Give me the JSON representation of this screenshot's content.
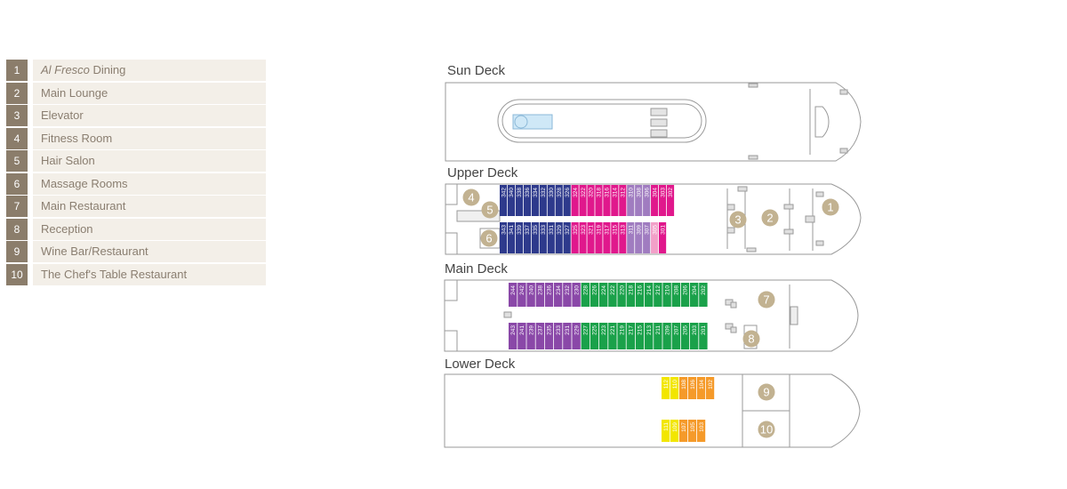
{
  "legend": [
    {
      "num": "1",
      "italic": "Al Fresco",
      "text": " Dining"
    },
    {
      "num": "2",
      "italic": "",
      "text": "Main Lounge"
    },
    {
      "num": "3",
      "italic": "",
      "text": "Elevator"
    },
    {
      "num": "4",
      "italic": "",
      "text": "Fitness Room"
    },
    {
      "num": "5",
      "italic": "",
      "text": "Hair Salon"
    },
    {
      "num": "6",
      "italic": "",
      "text": "Massage Rooms"
    },
    {
      "num": "7",
      "italic": "",
      "text": "Main Restaurant"
    },
    {
      "num": "8",
      "italic": "",
      "text": "Reception"
    },
    {
      "num": "9",
      "italic": "",
      "text": "Wine Bar/Restaurant"
    },
    {
      "num": "10",
      "italic": "",
      "text": "The Chef's Table Restaurant"
    }
  ],
  "decks": {
    "sun": "Sun Deck",
    "upper": "Upper Deck",
    "main": "Main Deck",
    "lower": "Lower Deck"
  },
  "colors": {
    "navy": "#2e3a8c",
    "magenta": "#e0188c",
    "lavender": "#a07cc0",
    "pink": "#f2a0c8",
    "purple": "#8a48a8",
    "green": "#1aa14a",
    "yellow": "#f2e600",
    "orange": "#f59a2a",
    "marker": "#c2b291",
    "legend_num_bg": "#8b7d6b",
    "legend_text_bg": "#f3efe8"
  },
  "cabins": {
    "upper_top": [
      {
        "n": "342",
        "c": "navy"
      },
      {
        "n": "340",
        "c": "navy"
      },
      {
        "n": "338",
        "c": "navy"
      },
      {
        "n": "336",
        "c": "navy"
      },
      {
        "n": "334",
        "c": "navy"
      },
      {
        "n": "332",
        "c": "navy"
      },
      {
        "n": "330",
        "c": "navy"
      },
      {
        "n": "328",
        "c": "navy"
      },
      {
        "n": "326",
        "c": "navy"
      },
      {
        "n": "324",
        "c": "magenta"
      },
      {
        "n": "322",
        "c": "magenta"
      },
      {
        "n": "320",
        "c": "magenta"
      },
      {
        "n": "318",
        "c": "magenta"
      },
      {
        "n": "316",
        "c": "magenta"
      },
      {
        "n": "314",
        "c": "magenta"
      },
      {
        "n": "312",
        "c": "magenta"
      },
      {
        "n": "310",
        "c": "lavender"
      },
      {
        "n": "308",
        "c": "lavender"
      },
      {
        "n": "306",
        "c": "lavender"
      },
      {
        "n": "304",
        "c": "magenta"
      },
      {
        "n": "303",
        "c": "magenta"
      },
      {
        "n": "302",
        "c": "magenta"
      }
    ],
    "upper_bottom": [
      {
        "n": "343",
        "c": "navy"
      },
      {
        "n": "341",
        "c": "navy"
      },
      {
        "n": "339",
        "c": "navy"
      },
      {
        "n": "337",
        "c": "navy"
      },
      {
        "n": "335",
        "c": "navy"
      },
      {
        "n": "333",
        "c": "navy"
      },
      {
        "n": "331",
        "c": "navy"
      },
      {
        "n": "329",
        "c": "navy"
      },
      {
        "n": "327",
        "c": "navy"
      },
      {
        "n": "325",
        "c": "magenta"
      },
      {
        "n": "323",
        "c": "magenta"
      },
      {
        "n": "321",
        "c": "magenta"
      },
      {
        "n": "319",
        "c": "magenta"
      },
      {
        "n": "317",
        "c": "magenta"
      },
      {
        "n": "315",
        "c": "magenta"
      },
      {
        "n": "313",
        "c": "magenta"
      },
      {
        "n": "311",
        "c": "lavender"
      },
      {
        "n": "309",
        "c": "lavender"
      },
      {
        "n": "307",
        "c": "lavender"
      },
      {
        "n": "305",
        "c": "pink"
      },
      {
        "n": "301",
        "c": "magenta"
      }
    ],
    "main_top": [
      {
        "n": "244",
        "c": "purple"
      },
      {
        "n": "242",
        "c": "purple"
      },
      {
        "n": "240",
        "c": "purple"
      },
      {
        "n": "238",
        "c": "purple"
      },
      {
        "n": "236",
        "c": "purple"
      },
      {
        "n": "234",
        "c": "purple"
      },
      {
        "n": "232",
        "c": "purple"
      },
      {
        "n": "230",
        "c": "purple"
      },
      {
        "n": "228",
        "c": "green"
      },
      {
        "n": "226",
        "c": "green"
      },
      {
        "n": "224",
        "c": "green"
      },
      {
        "n": "222",
        "c": "green"
      },
      {
        "n": "220",
        "c": "green"
      },
      {
        "n": "218",
        "c": "green"
      },
      {
        "n": "216",
        "c": "green"
      },
      {
        "n": "214",
        "c": "green"
      },
      {
        "n": "212",
        "c": "green"
      },
      {
        "n": "210",
        "c": "green"
      },
      {
        "n": "208",
        "c": "green"
      },
      {
        "n": "206",
        "c": "green"
      },
      {
        "n": "204",
        "c": "green"
      },
      {
        "n": "202",
        "c": "green"
      }
    ],
    "main_bottom": [
      {
        "n": "243",
        "c": "purple"
      },
      {
        "n": "241",
        "c": "purple"
      },
      {
        "n": "239",
        "c": "purple"
      },
      {
        "n": "237",
        "c": "purple"
      },
      {
        "n": "235",
        "c": "purple"
      },
      {
        "n": "233",
        "c": "purple"
      },
      {
        "n": "231",
        "c": "purple"
      },
      {
        "n": "229",
        "c": "purple"
      },
      {
        "n": "227",
        "c": "green"
      },
      {
        "n": "225",
        "c": "green"
      },
      {
        "n": "223",
        "c": "green"
      },
      {
        "n": "221",
        "c": "green"
      },
      {
        "n": "219",
        "c": "green"
      },
      {
        "n": "217",
        "c": "green"
      },
      {
        "n": "215",
        "c": "green"
      },
      {
        "n": "213",
        "c": "green"
      },
      {
        "n": "211",
        "c": "green"
      },
      {
        "n": "209",
        "c": "green"
      },
      {
        "n": "207",
        "c": "green"
      },
      {
        "n": "205",
        "c": "green"
      },
      {
        "n": "203",
        "c": "green"
      },
      {
        "n": "201",
        "c": "green"
      }
    ],
    "lower_top": [
      {
        "n": "112",
        "c": "yellow"
      },
      {
        "n": "110",
        "c": "yellow"
      },
      {
        "n": "108",
        "c": "orange"
      },
      {
        "n": "106",
        "c": "orange"
      },
      {
        "n": "104",
        "c": "orange"
      },
      {
        "n": "102",
        "c": "orange"
      }
    ],
    "lower_bottom": [
      {
        "n": "111",
        "c": "yellow"
      },
      {
        "n": "109",
        "c": "yellow"
      },
      {
        "n": "107",
        "c": "orange"
      },
      {
        "n": "105",
        "c": "orange"
      },
      {
        "n": "103",
        "c": "orange"
      }
    ]
  },
  "markers": [
    {
      "n": "4"
    },
    {
      "n": "5"
    },
    {
      "n": "6"
    },
    {
      "n": "3"
    },
    {
      "n": "2"
    },
    {
      "n": "1"
    },
    {
      "n": "7"
    },
    {
      "n": "8"
    },
    {
      "n": "9"
    },
    {
      "n": "10"
    }
  ]
}
